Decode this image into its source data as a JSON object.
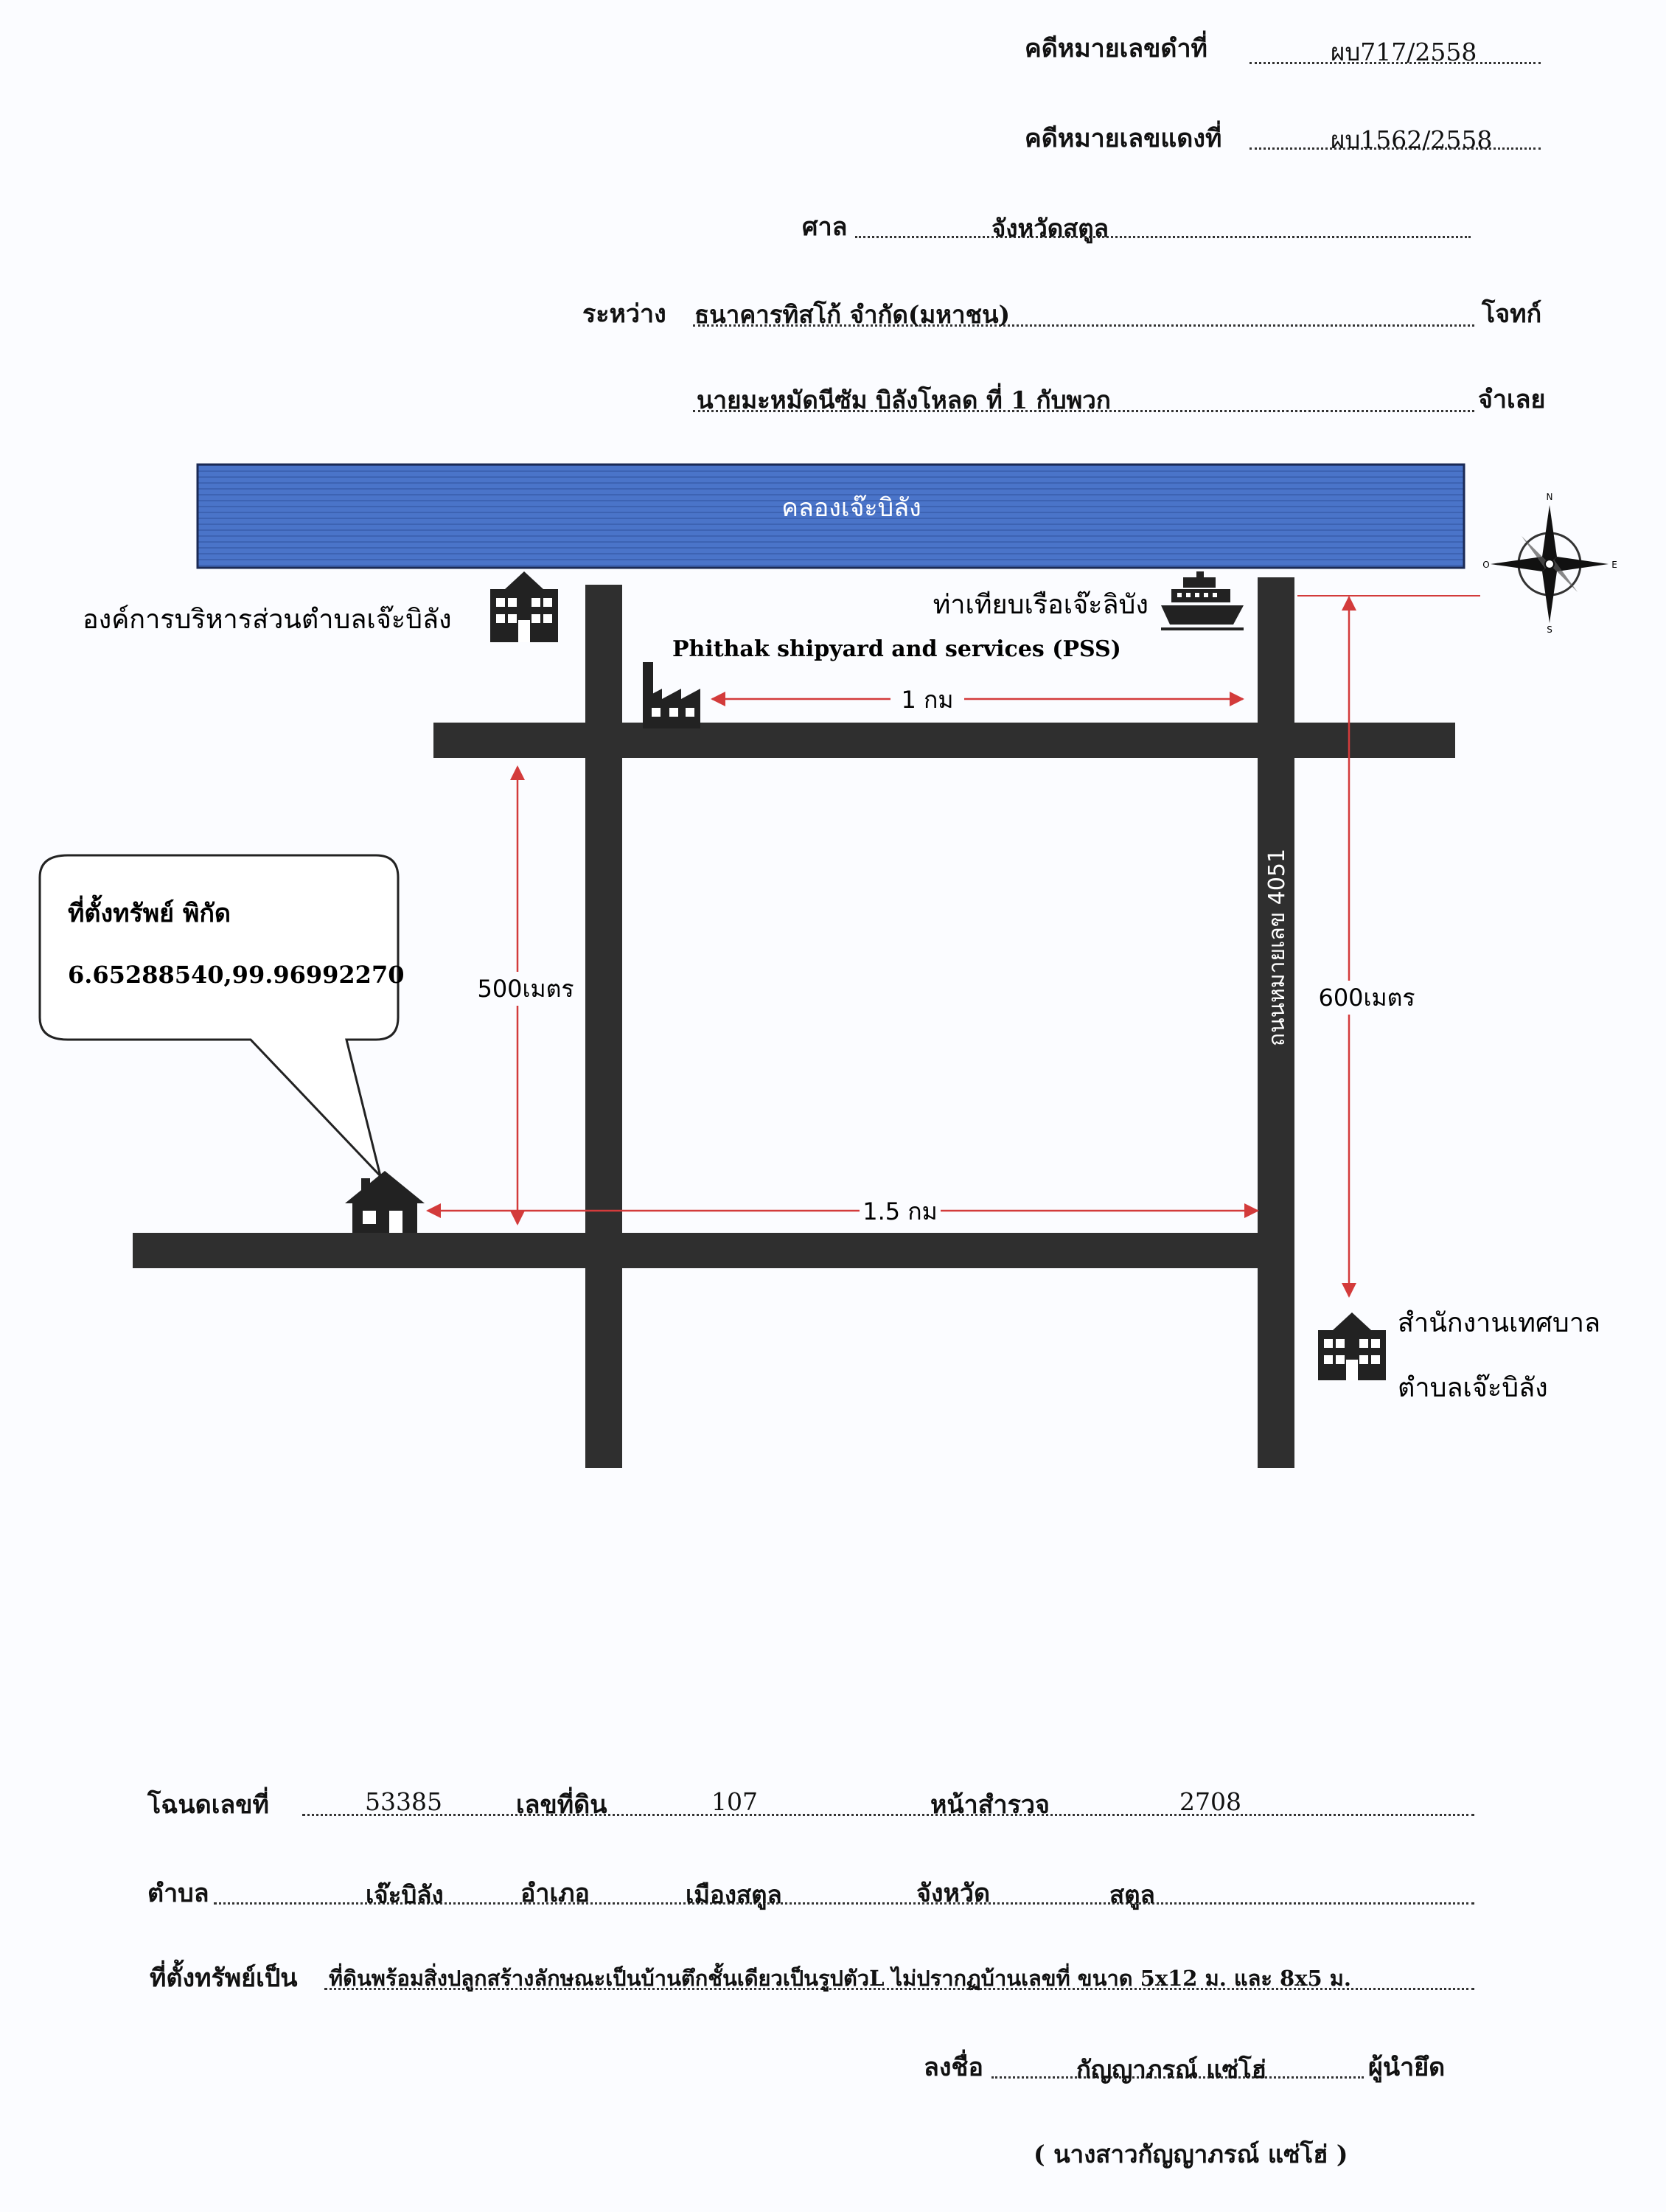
{
  "header": {
    "black_case_label": "คดีหมายเลขดำที่",
    "black_case_no": "ผบ717/2558",
    "red_case_label": "คดีหมายเลขแดงที่",
    "red_case_no": "ผบ1562/2558",
    "court_label": "ศาล",
    "court_name": "จังหวัดสตูล",
    "between_label": "ระหว่าง",
    "plaintiff": "ธนาคารทิสโก้ จำกัด(มหาชน)",
    "plaintiff_role": "โจทก์",
    "defendant": "นายมะหมัดนีซัม บิลังโหลด ที่ 1 กับพวก",
    "defendant_role": "จำเลย"
  },
  "map": {
    "canal": "คลองเจ๊ะบิลัง",
    "sao_office": "องค์การบริหารส่วนตำบลเจ๊ะบิลัง",
    "pier": "ท่าเทียบเรือเจ๊ะลิบัง",
    "shipyard": "Phithak shipyard and services (PSS)",
    "dist_1km": "1 กม",
    "dist_500m": "500เมตร",
    "dist_600m": "600เมตร",
    "dist_15km": "1.5 กม",
    "highway": "ถนนหมายเลข 4051",
    "callout_title": "ที่ตั้งทรัพย์ พิกัด",
    "callout_coords": "6.65288540,99.96992270",
    "municipal_office_line1": "สำนักงานเทศบาล",
    "municipal_office_line2": "ตำบลเจ๊ะบิลัง",
    "compass_n": "N",
    "compass_e": "E",
    "compass_s": "S",
    "compass_w": "O"
  },
  "property": {
    "deed_label": "โฉนดเลขที่",
    "deed_no": "53385",
    "land_no_label": "เลขที่ดิน",
    "land_no": "107",
    "survey_label": "หน้าสำรวจ",
    "survey_no": "2708",
    "subdistrict_label": "ตำบล",
    "subdistrict": "เจ๊ะบิลัง",
    "district_label": "อำเภอ",
    "district": "เมืองสตูล",
    "province_label": "จังหวัด",
    "province": "สตูล",
    "location_label": "ที่ตั้งทรัพย์เป็น",
    "location_desc": "ที่ดินพร้อมสิ่งปลูกสร้างลักษณะเป็นบ้านตึกชั้นเดียวเป็นรูปตัวL ไม่ปรากฏบ้านเลขที่ ขนาด 5x12 ม. และ 8x5 ม.",
    "sign_label": "ลงชื่อ",
    "signer": "กัญญาภรณ์ แซ่โฮ่",
    "signer_role": "ผู้นำยึด",
    "signer_full": "( นางสาวกัญญาภรณ์ แซ่โฮ่ )"
  },
  "colors": {
    "canal": "#4a74c9",
    "road": "#2f2f2f",
    "arrow": "#d33b3b"
  }
}
